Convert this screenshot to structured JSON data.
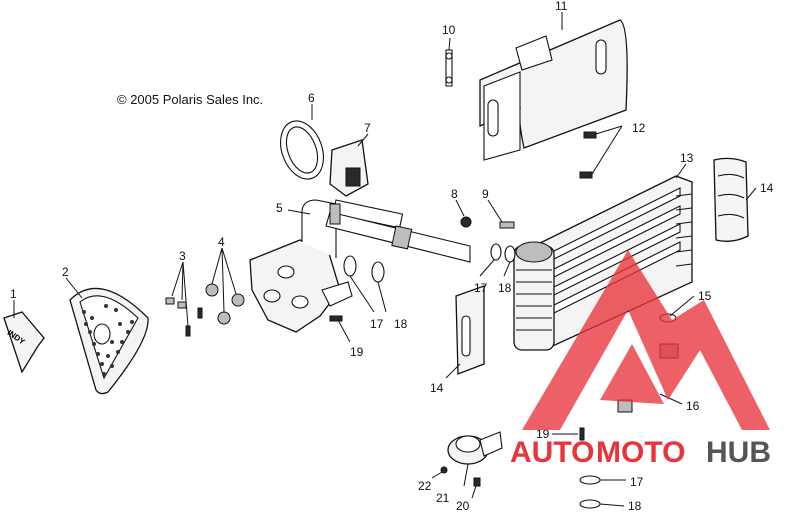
{
  "copyright": "© 2005 Polaris Sales Inc.",
  "badge_text": "INDY",
  "callouts": [
    {
      "id": "c1",
      "text": "1"
    },
    {
      "id": "c2",
      "text": "2"
    },
    {
      "id": "c3",
      "text": "3"
    },
    {
      "id": "c4",
      "text": "4"
    },
    {
      "id": "c5",
      "text": "5"
    },
    {
      "id": "c6",
      "text": "6"
    },
    {
      "id": "c7",
      "text": "7"
    },
    {
      "id": "c8",
      "text": "8"
    },
    {
      "id": "c9",
      "text": "9"
    },
    {
      "id": "c10",
      "text": "10"
    },
    {
      "id": "c11",
      "text": "11"
    },
    {
      "id": "c12",
      "text": "12"
    },
    {
      "id": "c13",
      "text": "13"
    },
    {
      "id": "c14a",
      "text": "14"
    },
    {
      "id": "c14b",
      "text": "14"
    },
    {
      "id": "c15",
      "text": "15"
    },
    {
      "id": "c16",
      "text": "16"
    },
    {
      "id": "c17a",
      "text": "17"
    },
    {
      "id": "c17b",
      "text": "17"
    },
    {
      "id": "c17c",
      "text": "17"
    },
    {
      "id": "c18a",
      "text": "18"
    },
    {
      "id": "c18b",
      "text": "18"
    },
    {
      "id": "c18c",
      "text": "18"
    },
    {
      "id": "c19a",
      "text": "19"
    },
    {
      "id": "c19b",
      "text": "19"
    },
    {
      "id": "c20",
      "text": "20"
    },
    {
      "id": "c21",
      "text": "21"
    },
    {
      "id": "c22",
      "text": "22"
    }
  ],
  "watermark": {
    "part1": "AUTO",
    "part2": "MOTO",
    "part3": "HUB",
    "red": "#e8343a",
    "grey": "#555555"
  }
}
